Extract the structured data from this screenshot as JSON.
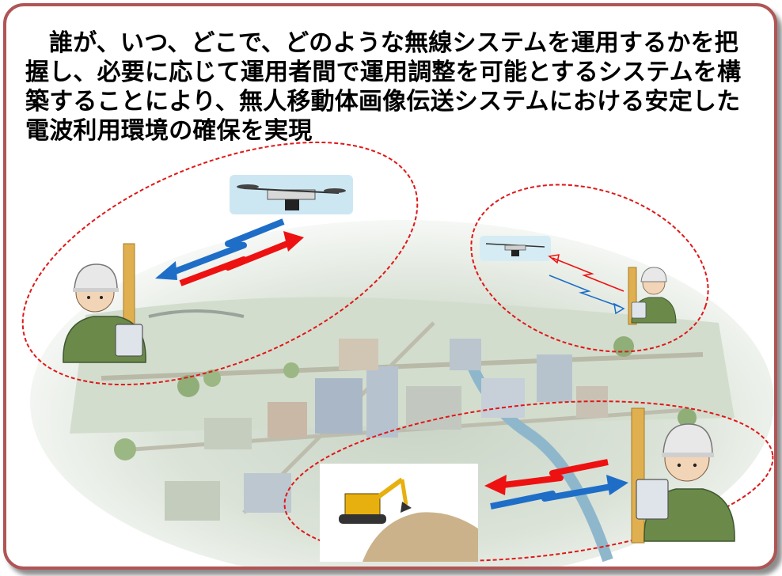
{
  "description": "誰が、いつ、どこで、どのような無線システムを運用するかを把握し、必要に応じて運用者間で運用調整を可能とするシステムを構築することにより、無人移動体画像伝送システムにおける安定した電波利用環境の確保を実現",
  "colors": {
    "frame_border": "#b05555",
    "dashed_ellipse": "#e01818",
    "arrow_red": "#ee1111",
    "arrow_blue": "#1e6ec8",
    "worker_jacket": "#6b8a4a",
    "helmet": "#e8e8e8",
    "pole": "#e0b050"
  },
  "scene": {
    "groups": [
      {
        "id": "group-left",
        "icons": [
          "drone-icon",
          "worker-icon",
          "tablet-icon"
        ]
      },
      {
        "id": "group-right",
        "icons": [
          "drone-icon",
          "worker-icon",
          "tablet-icon"
        ]
      },
      {
        "id": "group-bottom",
        "icons": [
          "excavator-icon",
          "worker-icon",
          "tablet-icon"
        ]
      }
    ],
    "background": "city-illustration"
  }
}
